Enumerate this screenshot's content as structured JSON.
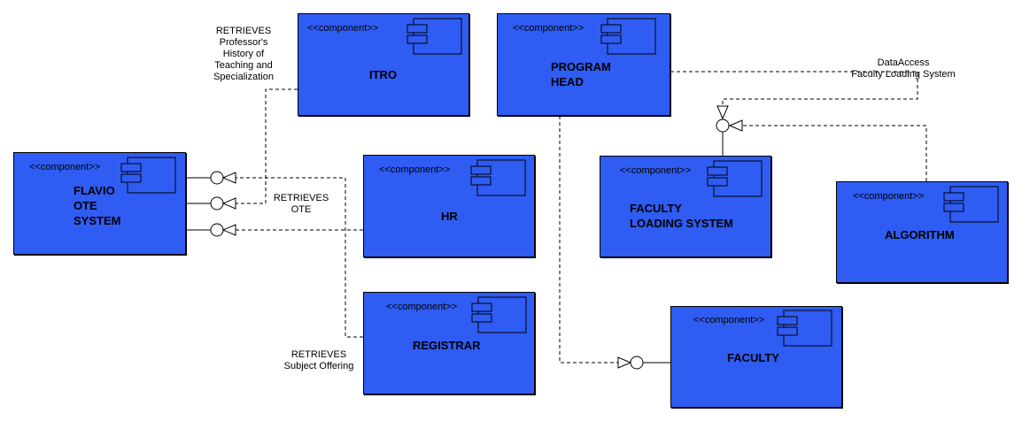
{
  "components": {
    "itro": {
      "stereotype": "<<component>>",
      "name": "ITRO"
    },
    "program_head": {
      "stereotype": "<<component>>",
      "name": "PROGRAM\nHEAD"
    },
    "flavio": {
      "stereotype": "<<component>>",
      "name": "FLAVIO\nOTE\nSYSTEM"
    },
    "hr": {
      "stereotype": "<<component>>",
      "name": "HR"
    },
    "faculty_loading": {
      "stereotype": "<<component>>",
      "name": "FACULTY\nLOADING SYSTEM"
    },
    "algorithm": {
      "stereotype": "<<component>>",
      "name": "ALGORITHM"
    },
    "registrar": {
      "stereotype": "<<component>>",
      "name": "REGISTRAR"
    },
    "faculty": {
      "stereotype": "<<component>>",
      "name": "FACULTY"
    }
  },
  "labels": {
    "itro_history": "RETRIEVES\nProfessor's\nHistory of\nTeaching and\nSpecialization",
    "retrieves_ote": "RETRIEVES\nOTE",
    "data_access": "DataAccess\nFaculty Loading System",
    "subject_offering": "RETRIEVES\nSubject Offering"
  },
  "colors": {
    "component_fill": "#2f5cf2",
    "line": "#000000"
  }
}
